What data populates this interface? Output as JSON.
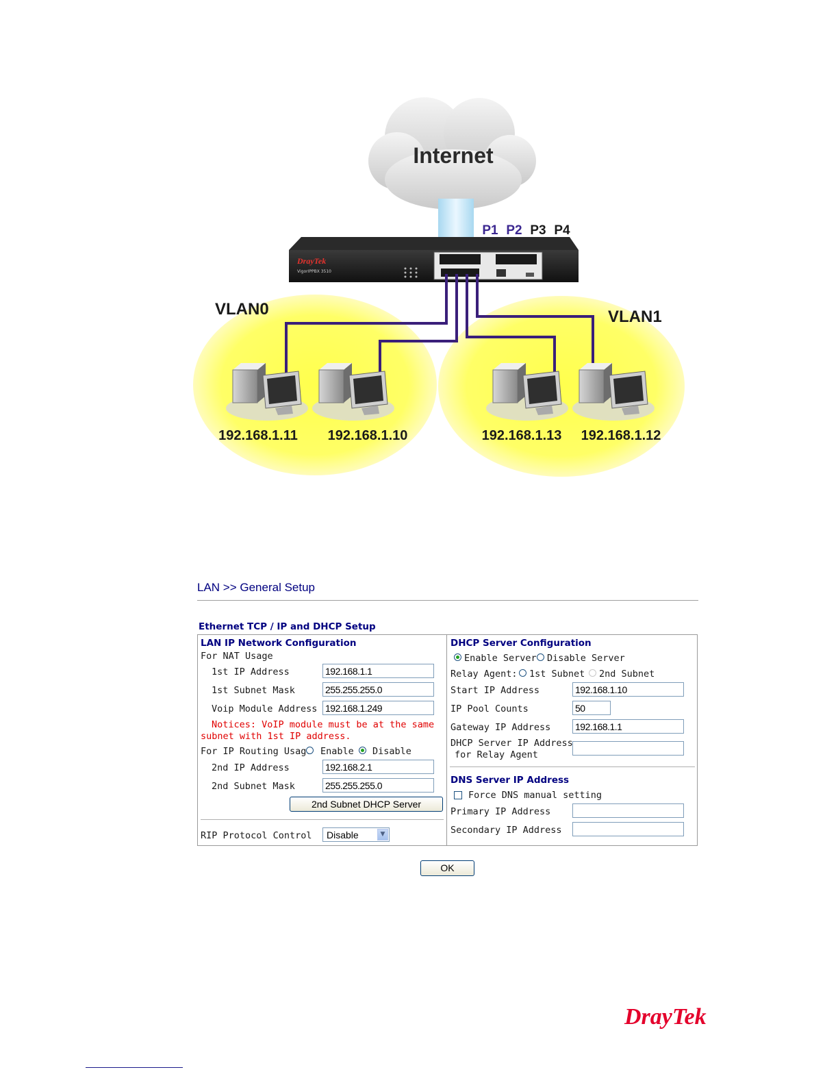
{
  "diagram": {
    "cloud_label": "Internet",
    "ports": [
      "P1",
      "P2",
      "P3",
      "P4"
    ],
    "router_brand": "DrayTek",
    "router_model": "VigorIPPBX 3510",
    "vlan0_label": "VLAN0",
    "vlan1_label": "VLAN1",
    "hosts": [
      "192.168.1.11",
      "192.168.1.10",
      "192.168.1.13",
      "192.168.1.12"
    ],
    "colors": {
      "vlan_fill": "#ffff33",
      "port_active": "#2a1a6e",
      "cable": "#3a1f7a"
    }
  },
  "page": {
    "title": "LAN >> General Setup",
    "section_title": "Ethernet TCP / IP and DHCP Setup"
  },
  "lan": {
    "header": "LAN IP Network Configuration",
    "nat_usage": "For NAT Usage",
    "ip1_label": "1st IP Address",
    "ip1_value": "192.168.1.1",
    "mask1_label": "1st Subnet Mask",
    "mask1_value": "255.255.255.0",
    "voip_label": "Voip Module Address",
    "voip_value": "192.168.1.249",
    "notice_line1": "Notices: VoIP module must be at the same",
    "notice_line2": "subnet with 1st IP address.",
    "routing_label": "For IP Routing Usage",
    "routing_enable": "Enable",
    "routing_disable": "Disable",
    "ip2_label": "2nd IP Address",
    "ip2_value": "192.168.2.1",
    "mask2_label": "2nd Subnet Mask",
    "mask2_value": "255.255.255.0",
    "dhcp2_button": "2nd Subnet DHCP Server",
    "rip_label": "RIP Protocol Control",
    "rip_value": "Disable"
  },
  "dhcp": {
    "header": "DHCP Server Configuration",
    "enable_label": "Enable Server",
    "disable_label": "Disable Server",
    "relay_label": "Relay Agent:",
    "relay_1st": "1st Subnet",
    "relay_2nd": "2nd Subnet",
    "start_label": "Start IP Address",
    "start_value": "192.168.1.10",
    "pool_label": "IP Pool Counts",
    "pool_value": "50",
    "gateway_label": "Gateway IP Address",
    "gateway_value": "192.168.1.1",
    "relay_ip_label1": "DHCP Server IP Address",
    "relay_ip_label2": "for Relay Agent",
    "relay_ip_value": ""
  },
  "dns": {
    "header": "DNS Server IP Address",
    "force_label": "Force DNS manual setting",
    "primary_label": "Primary IP Address",
    "primary_value": "",
    "secondary_label": "Secondary IP Address",
    "secondary_value": ""
  },
  "ok_button": "OK",
  "footer_logo": "DrayTek"
}
